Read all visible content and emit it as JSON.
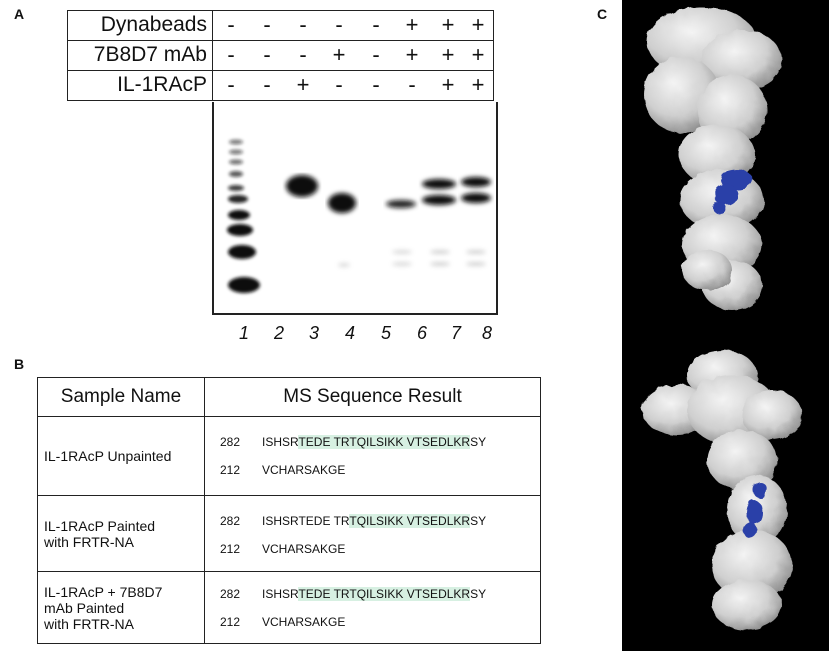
{
  "panel_a": {
    "letter": "A",
    "rows": [
      {
        "label": "Dynabeads",
        "symbols": [
          "-",
          "-",
          "-",
          "-",
          "-",
          "+",
          "+",
          "+"
        ]
      },
      {
        "label": "7B8D7 mAb",
        "symbols": [
          "-",
          "-",
          "-",
          "+",
          "-",
          "+",
          "+",
          "+"
        ]
      },
      {
        "label": "IL-1RAcP",
        "symbols": [
          "-",
          "-",
          "+",
          "-",
          "-",
          "-",
          "+",
          "+"
        ]
      }
    ],
    "lanes": [
      "1",
      "2",
      "3",
      "4",
      "5",
      "6",
      "7",
      "8"
    ]
  },
  "panel_b": {
    "letter": "B",
    "header_name": "Sample Name",
    "header_result": "MS Sequence Result",
    "rows": [
      {
        "name_lines": [
          "IL-1RAcP Unpainted"
        ],
        "seq1_num": "282",
        "seq1_pre": "ISHSR",
        "seq1_hl": "TEDE TRTQILSIKK VTSEDLKR",
        "seq1_post": "SY",
        "seq2_num": "212",
        "seq2": "VCHARSAKGE"
      },
      {
        "name_lines": [
          "IL-1RAcP Painted",
          "with FRTR-NA"
        ],
        "seq1_num": "282",
        "seq1_pre": "ISHSRTEDE TR",
        "seq1_hl": "TQILSIKK VTSEDLKR",
        "seq1_post": "SY",
        "seq2_num": "212",
        "seq2": "VCHARSAKGE"
      },
      {
        "name_lines": [
          "IL-1RAcP + 7B8D7",
          "mAb Painted",
          "with FRTR-NA"
        ],
        "seq1_num": "282",
        "seq1_pre": "ISHSR",
        "seq1_hl": "TEDE TRTQILSIKK VTSEDLKR",
        "seq1_post": "SY",
        "seq2_num": "212",
        "seq2": "VCHARSAKGE"
      }
    ]
  },
  "panel_c": {
    "letter": "C"
  },
  "colors": {
    "highlight": "#d7f0e2",
    "epitope": "#2b3fa8",
    "protein": "#d9d9d9"
  }
}
